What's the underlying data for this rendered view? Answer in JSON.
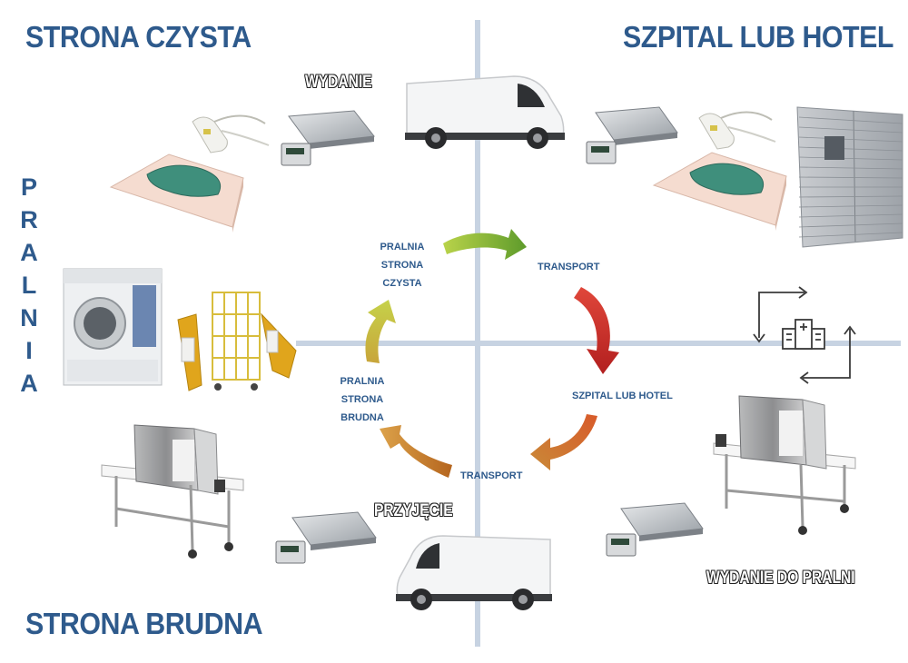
{
  "quadrants": {
    "clean_side": "STRONA CZYSTA",
    "hospital_or_hotel": "SZPITAL LUB HOTEL",
    "dirty_side": "STRONA BRUDNA"
  },
  "laundry_vertical": [
    "P",
    "R",
    "A",
    "L",
    "N",
    "I",
    "A"
  ],
  "stage_labels": {
    "issue": "WYDANIE",
    "intake": "PRZYJĘCIE",
    "issue_to_laundry": "WYDANIE DO PRALNI"
  },
  "cycle": {
    "laundry_clean": [
      "PRALNIA",
      "STRONA",
      "CZYSTA"
    ],
    "transport_1": "TRANSPORT",
    "hospital_hotel": "SZPITAL LUB HOTEL",
    "transport_2": "TRANSPORT",
    "laundry_dirty": [
      "PRALNIA",
      "STRONA",
      "BRUDNA"
    ]
  },
  "colors": {
    "heading_blue": "#2e5a8c",
    "axis_line": "#c7d3e2",
    "arrow_green": "#8fbf3a",
    "arrow_red": "#c7312a",
    "arrow_orange": "#d2772f",
    "arrow_yellow": "#c9b53a"
  },
  "icons": [
    "van-icon",
    "floor-scale-icon",
    "rfid-reader-icon",
    "folded-linen-icon",
    "locker-cabinet-icon",
    "washing-machine-icon",
    "roll-cage-icon",
    "rfid-gate-icon",
    "tunnel-scanner-conveyor-icon",
    "hospital-building-icon"
  ]
}
